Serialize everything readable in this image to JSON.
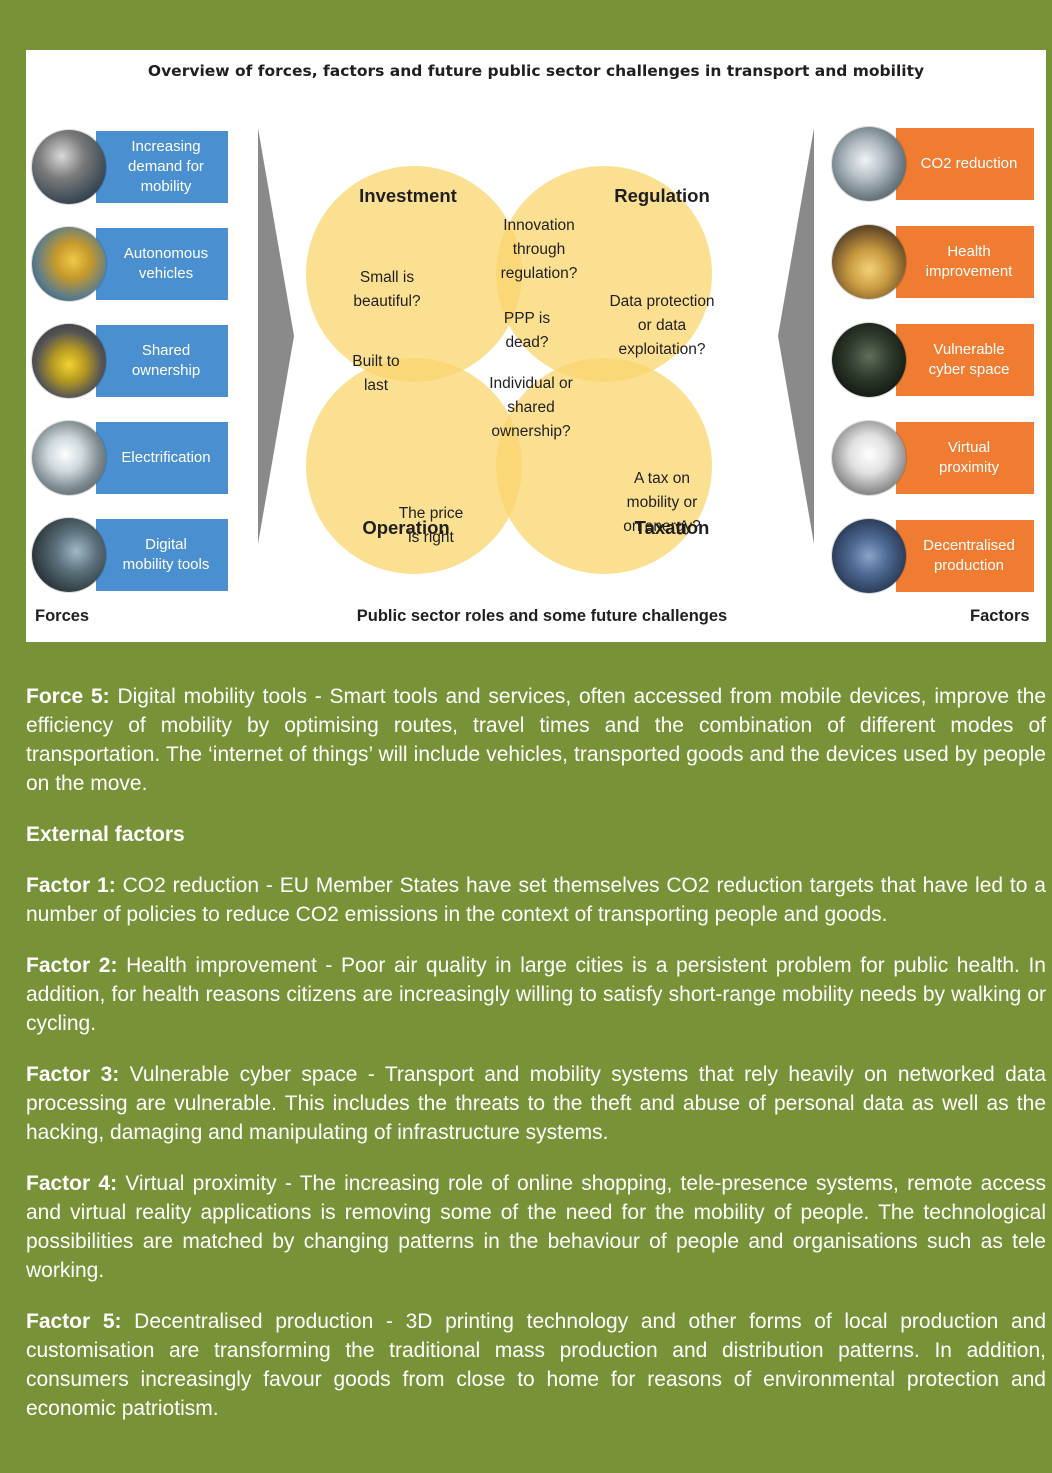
{
  "figure": {
    "title": "Overview of forces, factors and future public sector challenges in transport and mobility",
    "forces_label": "Forces",
    "factors_label": "Factors",
    "bottom_caption": "Public sector roles and some future challenges",
    "forces": [
      {
        "line1": "Increasing",
        "line2": "demand for",
        "line3": "mobility"
      },
      {
        "line1": "Autonomous",
        "line2": "vehicles",
        "line3": ""
      },
      {
        "line1": "Shared",
        "line2": "ownership",
        "line3": ""
      },
      {
        "line1": "Electrification",
        "line2": "",
        "line3": ""
      },
      {
        "line1": "Digital",
        "line2": "mobility tools",
        "line3": ""
      }
    ],
    "factors": [
      {
        "line1": "CO2 reduction",
        "line2": ""
      },
      {
        "line1": "Health",
        "line2": "improvement"
      },
      {
        "line1": "Vulnerable",
        "line2": "cyber space"
      },
      {
        "line1": "Virtual",
        "line2": "proximity"
      },
      {
        "line1": "Decentralised",
        "line2": "production"
      }
    ],
    "venn": {
      "investment": "Investment",
      "regulation": "Regulation",
      "operation": "Operation",
      "taxation": "Taxation",
      "innovation": [
        "Innovation",
        "through",
        "regulation?"
      ],
      "small": [
        "Small is",
        "beautiful?"
      ],
      "ppp": [
        "PPP is",
        "dead?"
      ],
      "data": [
        "Data protection",
        "or data",
        "exploitation?"
      ],
      "built": [
        "Built to",
        "last"
      ],
      "individual": [
        "Individual or",
        "shared",
        "ownership?"
      ],
      "tax": [
        "A tax on",
        "mobility or",
        "on energy?"
      ],
      "price": [
        "The price",
        "is right"
      ]
    }
  },
  "text": {
    "force5_label": "Force 5:",
    "force5_body": " Digital mobility tools - Smart tools and services, often accessed from mobile devices, improve the efficiency of mobility by optimising routes, travel times and the combination of different modes of transportation. The ‘internet of things’ will include vehicles, transported goods and the devices used by people on the move.",
    "external_heading": "External factors",
    "factor1_label": "Factor 1:",
    "factor1_body": " CO2 reduction - EU Member States have set themselves CO2 reduction targets that have led to a number of policies to reduce CO2 emissions in the context of transporting people and goods.",
    "factor2_label": "Factor 2:",
    "factor2_body": " Health improvement - Poor air quality in large cities is a persistent problem for public health. In addition, for health reasons citizens are increasingly willing to satisfy short-range mobility needs by walking or cycling.",
    "factor3_label": "Factor 3:",
    "factor3_body": " Vulnerable cyber space - Transport and mobility systems  that rely heavily on networked data processing are vulnerable. This includes the threats to the theft and abuse of personal data as well as the hacking, damaging and manipulating of infrastructure systems.",
    "factor4_label": "Factor 4:",
    "factor4_body": " Virtual proximity - The increasing role of online shopping, tele-presence systems, remote access and virtual reality applications is removing some of the need for the mobility of people. The technological possibilities are matched by changing patterns in the behaviour of people and organisations such as tele working.",
    "factor5_label": "Factor 5:",
    "factor5_body": " Decentralised production - 3D printing technology and other forms of local production and customisation are transforming the traditional mass production and distribution patterns. In addition, consumers increasingly favour goods from close to home for reasons of environmental protection and economic patriotism."
  },
  "colors": {
    "page_background": "#789238",
    "force_box": "#4a8fd0",
    "factor_box": "#ef7c30",
    "venn_circle": "#fbd56d"
  }
}
